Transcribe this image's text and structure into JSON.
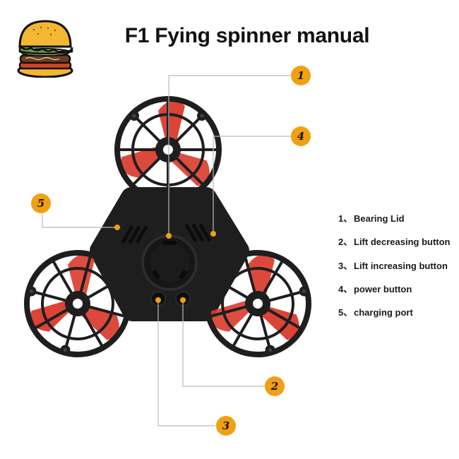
{
  "header": {
    "title": "F1 Fying spinner manual",
    "logo_icon": "burger-icon"
  },
  "colors": {
    "badge": "#F0A010",
    "body": "#1e1e1e",
    "propeller": "#D93A2B",
    "leader_line": "#BBBBBB"
  },
  "callouts": [
    {
      "number": "1",
      "target": "bearing-lid"
    },
    {
      "number": "2",
      "target": "lift-decreasing-button"
    },
    {
      "number": "3",
      "target": "lift-increasing-button"
    },
    {
      "number": "4",
      "target": "power-button"
    },
    {
      "number": "5",
      "target": "charging-port"
    }
  ],
  "legend": {
    "items": [
      {
        "number": "1、",
        "label": "Bearing Lid"
      },
      {
        "number": "2、",
        "label": "Lift decreasing button"
      },
      {
        "number": "3、",
        "label": "Lift increasing button"
      },
      {
        "number": "4、",
        "label": "power button"
      },
      {
        "number": "5、",
        "label": "charging port"
      }
    ]
  }
}
